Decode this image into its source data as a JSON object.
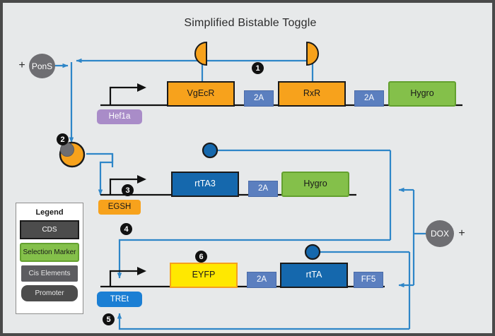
{
  "diagram": {
    "title": "Simplified Bistable Toggle",
    "background_color": "#e7e9ea",
    "frame_color": "#4a4a4a",
    "wire_color": "#2e86c8"
  },
  "inducers": [
    {
      "name": "PonS",
      "plus": "+",
      "color": "#6e6e72"
    },
    {
      "name": "DOX",
      "plus": "+",
      "color": "#6e6e72"
    }
  ],
  "markers": [
    {
      "id": "1",
      "label": "1"
    },
    {
      "id": "2",
      "label": "2"
    },
    {
      "id": "3",
      "label": "3"
    },
    {
      "id": "4",
      "label": "4"
    },
    {
      "id": "5",
      "label": "5"
    },
    {
      "id": "6",
      "label": "6"
    }
  ],
  "constructs": [
    {
      "id": "construct-1",
      "promoter": {
        "label": "Hef1a",
        "type": "promoter",
        "color": "#a98cc8"
      },
      "elements": [
        {
          "label": "VgEcR",
          "type": "cds",
          "color": "#f7a21c"
        },
        {
          "label": "2A",
          "type": "cis",
          "color": "#5b7fbf"
        },
        {
          "label": "RxR",
          "type": "cds",
          "color": "#f7a21c"
        },
        {
          "label": "2A",
          "type": "cis",
          "color": "#5b7fbf"
        },
        {
          "label": "Hygro",
          "type": "selection-marker",
          "color": "#84c04a"
        }
      ]
    },
    {
      "id": "construct-2",
      "promoter": {
        "label": "EGSH",
        "type": "promoter",
        "color": "#f7a21c"
      },
      "elements": [
        {
          "label": "rtTA3",
          "type": "cds",
          "color": "#1568ad"
        },
        {
          "label": "2A",
          "type": "cis",
          "color": "#5b7fbf"
        },
        {
          "label": "Hygro",
          "type": "selection-marker",
          "color": "#84c04a"
        }
      ]
    },
    {
      "id": "construct-3",
      "promoter": {
        "label": "TREt",
        "type": "promoter",
        "color": "#1b7fd4"
      },
      "elements": [
        {
          "label": "EYFP",
          "type": "cds",
          "color": "#ffe800"
        },
        {
          "label": "2A",
          "type": "cis",
          "color": "#5b7fbf"
        },
        {
          "label": "rtTA",
          "type": "cds",
          "color": "#1568ad"
        },
        {
          "label": "FF5",
          "type": "cis",
          "color": "#5b7fbf"
        }
      ]
    }
  ],
  "proteins": [
    {
      "name": "vgecr-half-moon",
      "shape": "half-circle-left",
      "color": "#f7a21c"
    },
    {
      "name": "rxr-half-moon",
      "shape": "half-circle-right",
      "color": "#f7a21c"
    },
    {
      "name": "pons-bound-heterodimer",
      "shape": "circle-with-ligand",
      "color": "#f7a21c",
      "ligand_color": "#6e6e72"
    },
    {
      "name": "rtta3-protein",
      "shape": "circle",
      "color": "#1568ad"
    },
    {
      "name": "rtta-protein",
      "shape": "circle",
      "color": "#1568ad"
    }
  ],
  "legend": {
    "title": "Legend",
    "items": [
      {
        "label": "CDS",
        "color": "#4c4c4c"
      },
      {
        "label": "Selection Marker",
        "color": "#84c04a"
      },
      {
        "label": "Cis Elements",
        "color": "#5c5c60"
      },
      {
        "label": "Promoter",
        "color": "#4c4c4c"
      }
    ]
  }
}
